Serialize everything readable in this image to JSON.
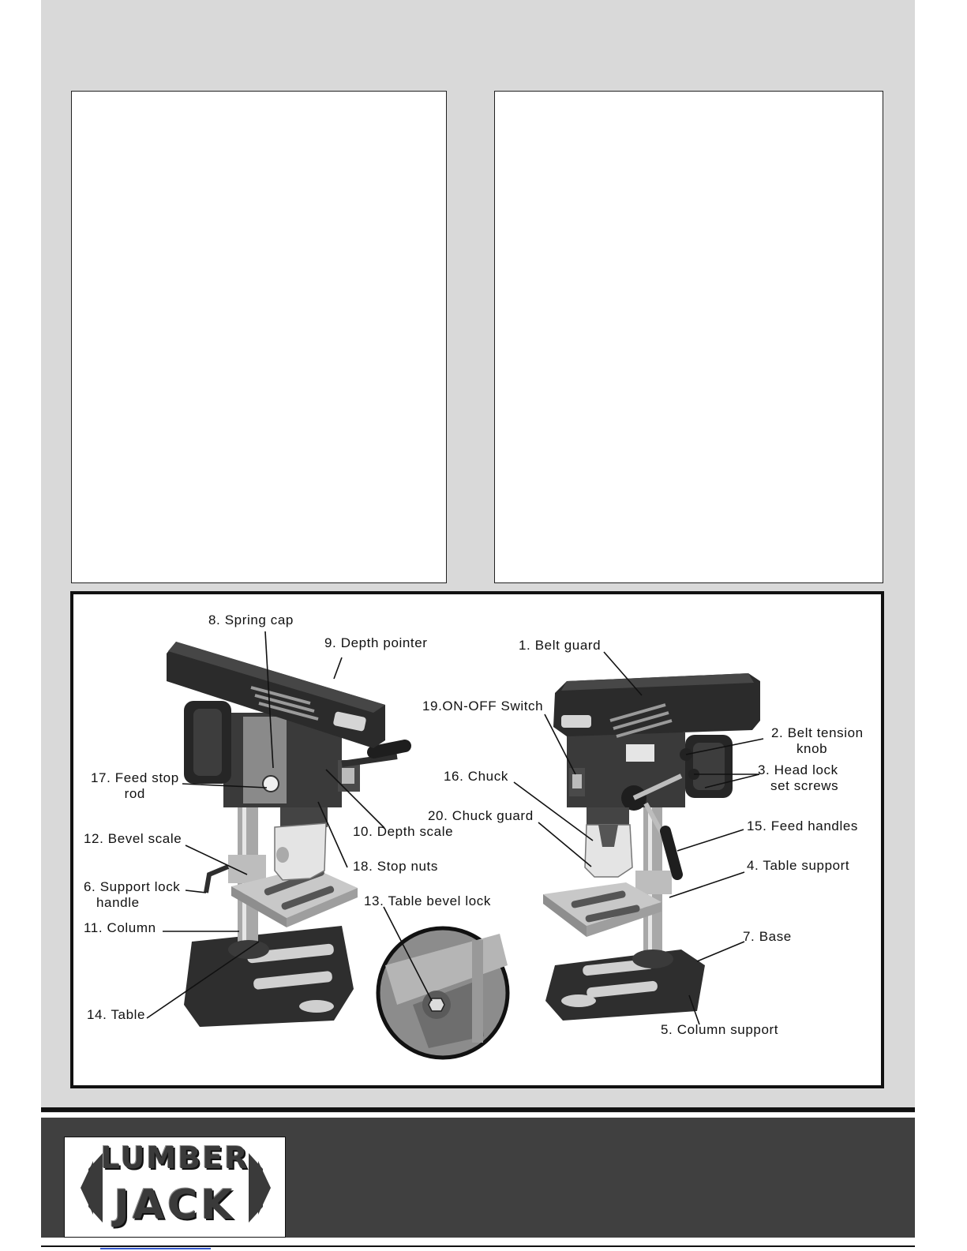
{
  "diagram": {
    "labels": {
      "spring_cap": "8. Spring cap",
      "depth_pointer": "9. Depth pointer",
      "belt_guard": "1. Belt guard",
      "on_off_switch": "19.ON-OFF Switch",
      "belt_tension_knob": "2. Belt tension\n      knob",
      "feed_stop_rod": "17. Feed stop\n        rod",
      "chuck": "16. Chuck",
      "head_lock_set_screws": "3. Head lock\n   set screws",
      "chuck_guard": "20. Chuck guard",
      "depth_scale": "10. Depth scale",
      "feed_handles": "15. Feed handles",
      "bevel_scale": "12. Bevel scale",
      "stop_nuts": "18. Stop nuts",
      "table_support": "4. Table support",
      "support_lock_handle": "6. Support lock\n   handle",
      "table_bevel_lock": "13. Table bevel lock",
      "column": "11. Column",
      "base": "7. Base",
      "table": "14. Table",
      "column_support": "5. Column support"
    }
  },
  "footer": {
    "logo_line1": "LUMBER",
    "logo_line2": "JACK"
  },
  "colors": {
    "page_background": "#d9d9d9",
    "footer_background": "#404040",
    "machine_dark": "#2e2e2e",
    "machine_metal": "#a8a8a8"
  }
}
